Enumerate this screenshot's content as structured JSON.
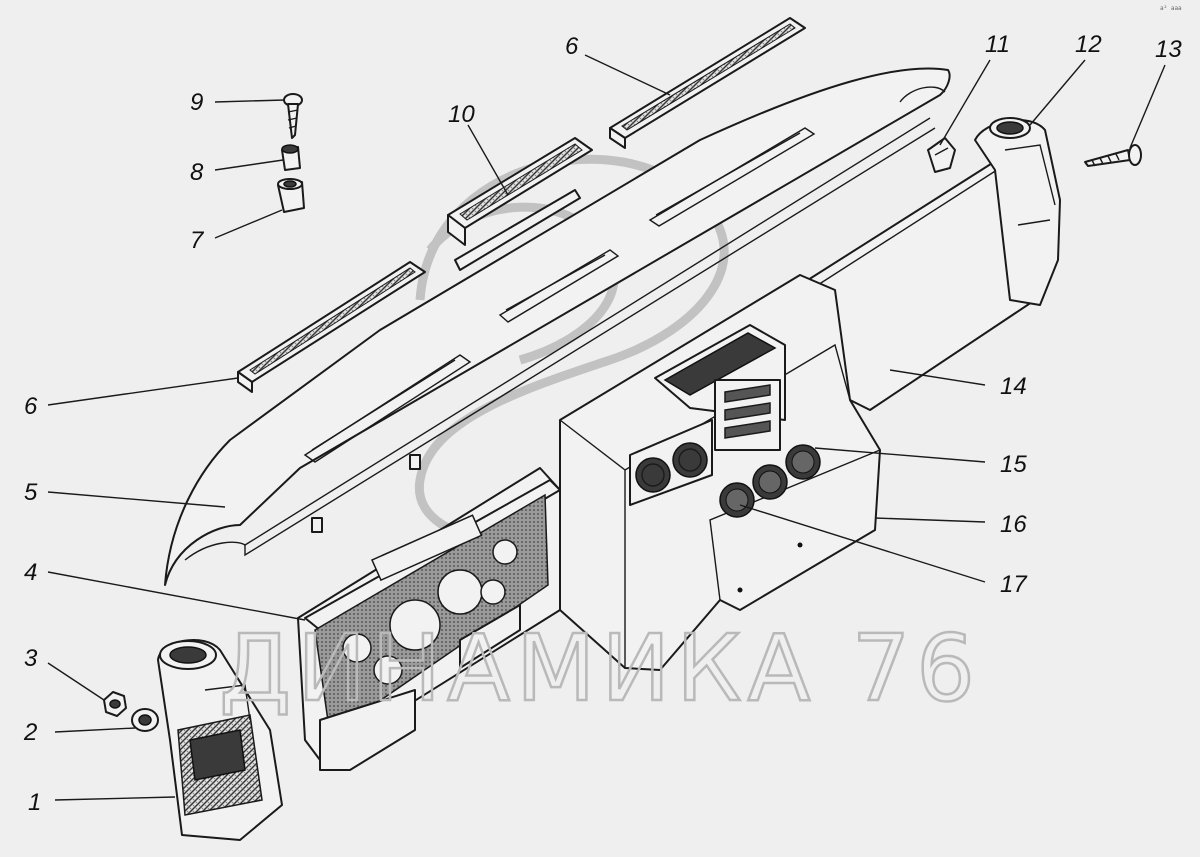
{
  "diagram": {
    "watermark": "ДИНАМИКА 76",
    "corner_mark": "a² aaa",
    "callouts": [
      "1",
      "2",
      "3",
      "4",
      "5",
      "6",
      "6",
      "7",
      "8",
      "9",
      "10",
      "11",
      "12",
      "13",
      "14",
      "15",
      "16",
      "17"
    ]
  }
}
